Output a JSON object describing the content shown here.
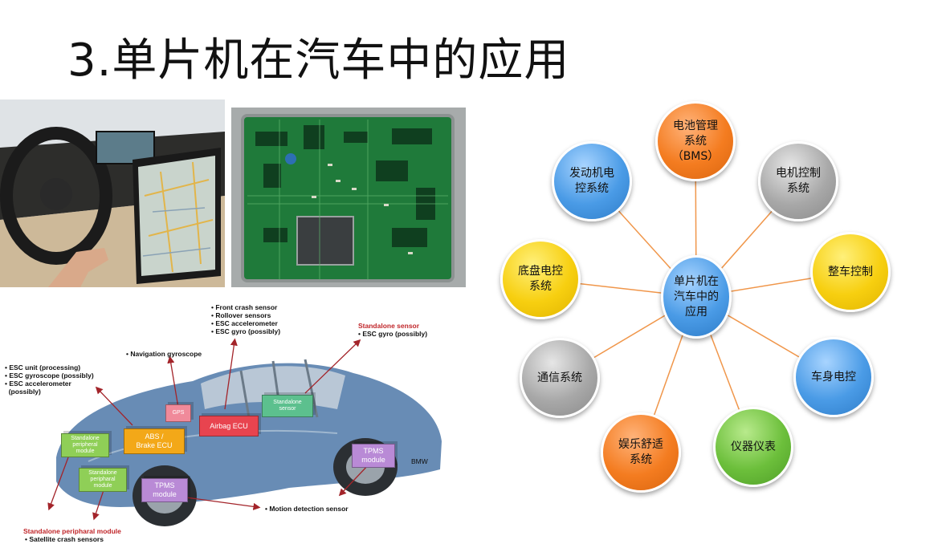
{
  "title": "3.单片机在汽车中的应用",
  "car_diagram": {
    "notes": {
      "front_crash": "• Front crash sensor\n• Rollover sensors\n• ESC accelerometer\n• ESC gyro (possibly)",
      "standalone_title": "Standalone sensor",
      "standalone_gyro": "• ESC gyro (possibly)",
      "nav_gyro": "• Navigation gyroscope",
      "esc_unit": "• ESC unit (processing)\n• ESC gyroscope (possibly)\n• ESC accelerometer\n  (possibly)",
      "motion": "• Motion detection sensor",
      "peripheral_title": "Standalone peripharal module",
      "satellite": "• Satellite crash sensors",
      "bmw": "BMW"
    },
    "boxes": {
      "gps": "GPS",
      "airbag": "Airbag ECU",
      "standalone_sensor": "Standalone\nsensor",
      "abs": "ABS /\nBrake ECU",
      "peripheral_1": "Standalone\nperipheral\nmodule",
      "peripheral_2": "Standalone\nperipharal\nmodule",
      "tpms_rear": "TPMS\nmodule",
      "tpms_front": "TPMS\nmodule"
    },
    "colors": {
      "gps": "#f08a9a",
      "airbag": "#e8444f",
      "standalone": "#5cc08e",
      "abs": "#f3a818",
      "peripheral": "#8fcf57",
      "tpms": "#b98ad6",
      "arrow": "#a3242a"
    }
  },
  "bubbles": {
    "center": "单片机在\n汽车中的\n应用",
    "items": [
      {
        "key": "bms",
        "label": "电池管理\n系统\n（BMS）",
        "color": "orange"
      },
      {
        "key": "motor",
        "label": "电机控制\n系统",
        "color": "gray"
      },
      {
        "key": "vehicle",
        "label": "整车控制",
        "color": "yellow"
      },
      {
        "key": "body",
        "label": "车身电控",
        "color": "blue"
      },
      {
        "key": "instrument",
        "label": "仪器仪表",
        "color": "green"
      },
      {
        "key": "entertainment",
        "label": "娱乐舒适\n系统",
        "color": "orange"
      },
      {
        "key": "comm",
        "label": "通信系统",
        "color": "gray"
      },
      {
        "key": "chassis",
        "label": "底盘电控\n系统",
        "color": "yellow"
      },
      {
        "key": "engine",
        "label": "发动机电\n控系统",
        "color": "blue"
      }
    ],
    "line_color": "#f0964a"
  }
}
